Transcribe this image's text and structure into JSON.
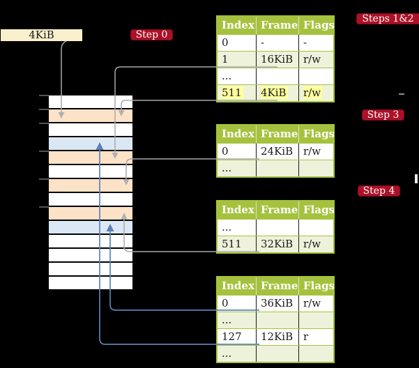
{
  "labels": {
    "page_size": "4KiB",
    "step0": "Step 0",
    "steps12": "Steps 1&2",
    "step3": "Step 3",
    "step4": "Step 4"
  },
  "memory": {
    "rows": [
      "white",
      "peach",
      "white",
      "blue",
      "peach",
      "white",
      "peach",
      "white",
      "peach",
      "blue",
      "white",
      "white",
      "white",
      "white"
    ]
  },
  "tables": [
    {
      "headers": [
        "Index",
        "Frame",
        "Flags"
      ],
      "rows": [
        {
          "cells": [
            "0",
            "-",
            "-"
          ]
        },
        {
          "cells": [
            "1",
            "16KiB",
            "r/w"
          ]
        },
        {
          "cells": [
            "...",
            "",
            ""
          ]
        },
        {
          "cells": [
            "511",
            "4KiB",
            "r/w"
          ],
          "highlight": true
        }
      ]
    },
    {
      "headers": [
        "Index",
        "Frame",
        "Flags"
      ],
      "rows": [
        {
          "cells": [
            "0",
            "24KiB",
            "r/w"
          ]
        },
        {
          "cells": [
            "...",
            "",
            ""
          ]
        }
      ]
    },
    {
      "headers": [
        "Index",
        "Frame",
        "Flags"
      ],
      "rows": [
        {
          "cells": [
            "...",
            "",
            ""
          ]
        },
        {
          "cells": [
            "511",
            "32KiB",
            "r/w"
          ]
        }
      ]
    },
    {
      "headers": [
        "Index",
        "Frame",
        "Flags"
      ],
      "rows": [
        {
          "cells": [
            "0",
            "36KiB",
            "r/w"
          ]
        },
        {
          "cells": [
            "...",
            "",
            ""
          ]
        },
        {
          "cells": [
            "127",
            "12KiB",
            "r"
          ]
        },
        {
          "cells": [
            "...",
            "",
            ""
          ]
        }
      ]
    }
  ],
  "palette": {
    "background": "#000000",
    "table_header_olive": "#a5c23e",
    "table_row_green": "#eef2db",
    "table_row_white": "#ffffff",
    "frame_white": "#ffffff",
    "frame_peach": "#fce2c7",
    "frame_blue": "#dce7f5",
    "highlight_yellow": "#ffff9e",
    "badge_red": "#ac1127",
    "size_box_cream": "#fbf0cd",
    "connector_gray": "#a8a8ac",
    "connector_blue": "#5d80b6"
  }
}
